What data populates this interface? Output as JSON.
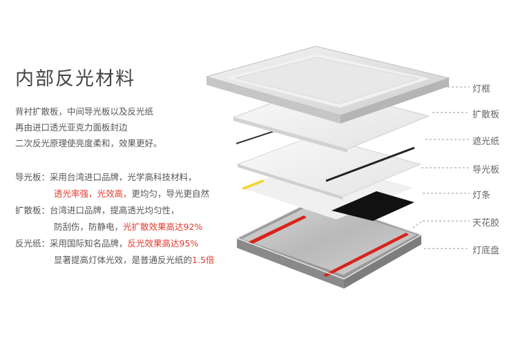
{
  "title": "内部反光材料",
  "intro": [
    "背衬扩散板，中间导光板以及反光纸",
    "再由进口透光亚克力面板封边",
    "二次反光原理使亮度柔和，效果更好。"
  ],
  "specs": {
    "light_guide": {
      "label": "导光板：",
      "line1": "采用台湾进口品牌，光学高科技材料，",
      "line2_hl": "透光率强，光效高，",
      "line2_rest": "更均匀，导光更自然"
    },
    "diffuser": {
      "label": "扩散板：",
      "line1": "台湾进口品牌，提高透光均匀性，",
      "line2_a": "防刮伤，防静电，",
      "line2_hl": "光扩散效果高达92%"
    },
    "reflector": {
      "label": "反光纸：",
      "line1_a": "采用国际知名品牌，",
      "line1_hl": "反光效果高达95%",
      "line2_a": "显著提高灯体光效，是普通反光纸的",
      "line2_hl": "1.5倍"
    }
  },
  "layers": [
    {
      "label": "灯框"
    },
    {
      "label": "扩散板"
    },
    {
      "label": "遮光纸"
    },
    {
      "label": "导光板"
    },
    {
      "label": "灯条"
    },
    {
      "label": "天花胶"
    },
    {
      "label": "灯底盘"
    }
  ],
  "colors": {
    "highlight": "#e23b2e",
    "text": "#555555"
  }
}
